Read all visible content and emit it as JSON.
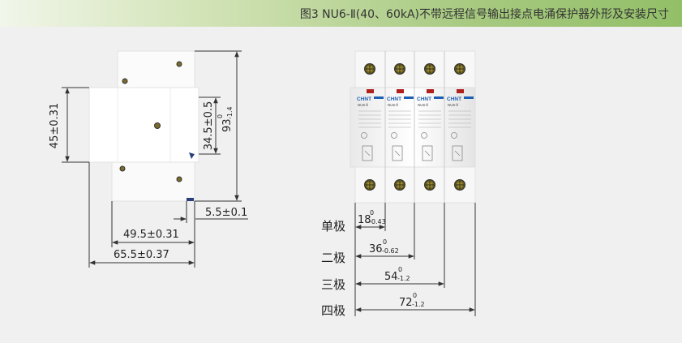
{
  "header": {
    "title": "图3   NU6-Ⅱ(40、60kA)不带远程信号输出接点电涌保护器外形及安装尺寸"
  },
  "side_view": {
    "dim_height": "45±0.31",
    "dim_mid": "34.5±0.5",
    "dim_total_base": "93",
    "dim_total_sup": "0",
    "dim_total_sub": "-1.4",
    "dim_clip": "5.5±0.1",
    "dim_width_inner": "49.5±0.31",
    "dim_width_outer": "65.5±0.37"
  },
  "front_view": {
    "brand": "CHNT",
    "model": "NU6-Ⅱ",
    "poles": [
      {
        "label": "单极",
        "dim_base": "18",
        "dim_sup": "0",
        "dim_sub": "-0.43"
      },
      {
        "label": "二极",
        "dim_base": "36",
        "dim_sup": "0",
        "dim_sub": "-0.62"
      },
      {
        "label": "三极",
        "dim_base": "54",
        "dim_sup": "0",
        "dim_sub": "-1.2"
      },
      {
        "label": "四极",
        "dim_base": "72",
        "dim_sup": "0",
        "dim_sub": "-1.2"
      }
    ]
  },
  "colors": {
    "brand_blue": "#1e5fb4",
    "indicator_red": "#b0201c",
    "terminal_green": "#5a6e1a"
  }
}
